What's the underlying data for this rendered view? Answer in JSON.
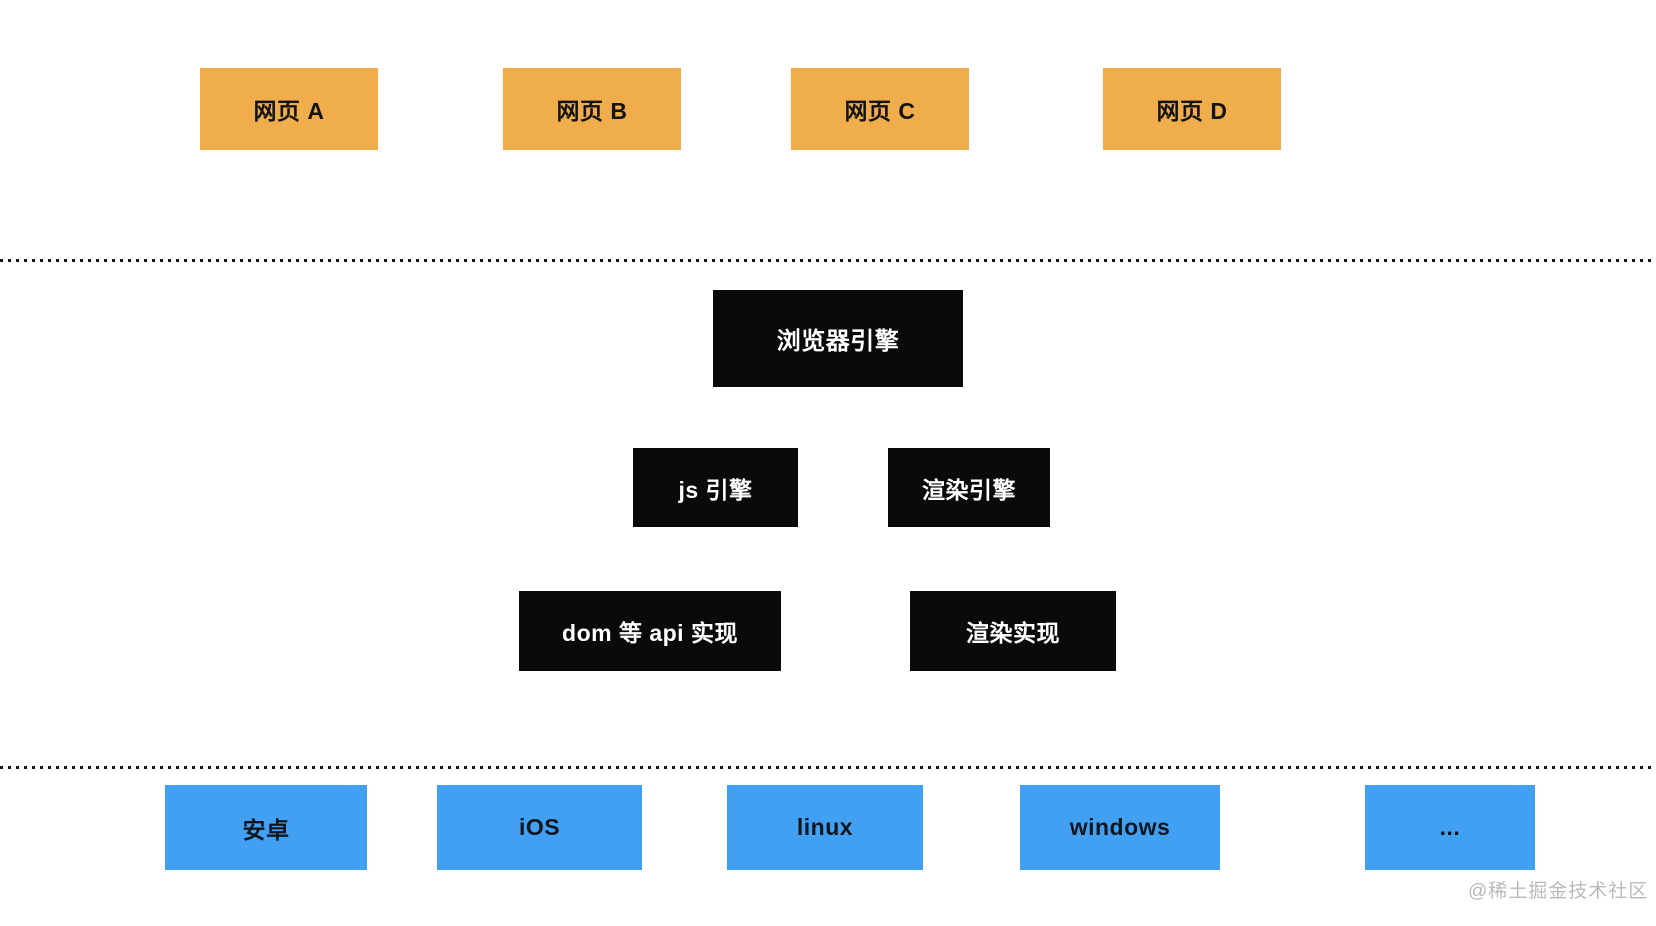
{
  "webpages": [
    "网页 A",
    "网页 B",
    "网页 C",
    "网页 D"
  ],
  "browser_engine_label": "浏览器引擎",
  "engine_components": [
    "js 引擎",
    "渲染引擎"
  ],
  "implementations": [
    "dom 等 api 实现",
    "渲染实现"
  ],
  "platforms": [
    "安卓",
    "iOS",
    "linux",
    "windows",
    "..."
  ],
  "watermark": "@稀土掘金技术社区",
  "colors": {
    "webpage_box": "#EFAD4B",
    "engine_box": "#0A0A0A",
    "os_box": "#41A0F2",
    "engine_text": "#FFFFFF",
    "dark_text": "#131313",
    "dotted_line": "#161616",
    "watermark_text": "#B7BABC",
    "background": "#FFFFFF"
  }
}
